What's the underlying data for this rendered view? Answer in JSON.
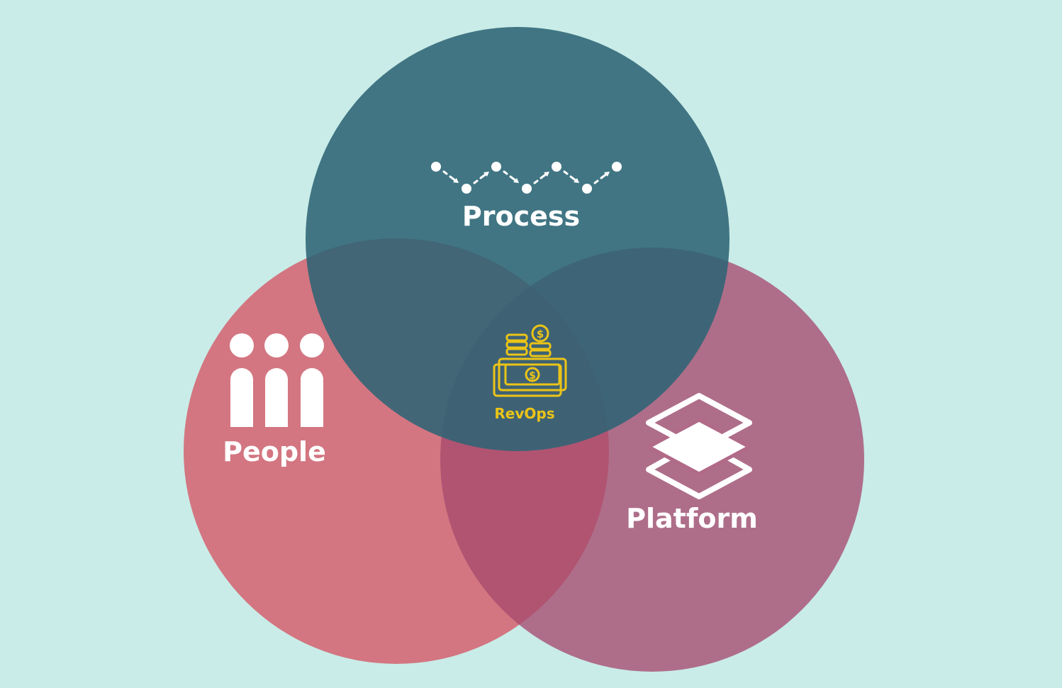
{
  "diagram": {
    "background": "#c9ece8",
    "circles": [
      {
        "id": "process",
        "label": "Process",
        "icon": "process-flow-icon",
        "color": "#2e6474"
      },
      {
        "id": "people",
        "label": "People",
        "icon": "people-icon",
        "color": "#d5616f"
      },
      {
        "id": "platform",
        "label": "Platform",
        "icon": "layers-icon",
        "color": "#a64a6e"
      }
    ],
    "center": {
      "label": "RevOps",
      "icon": "money-coins-icon",
      "color": "#ecc417"
    },
    "label_color": "#ffffff"
  }
}
